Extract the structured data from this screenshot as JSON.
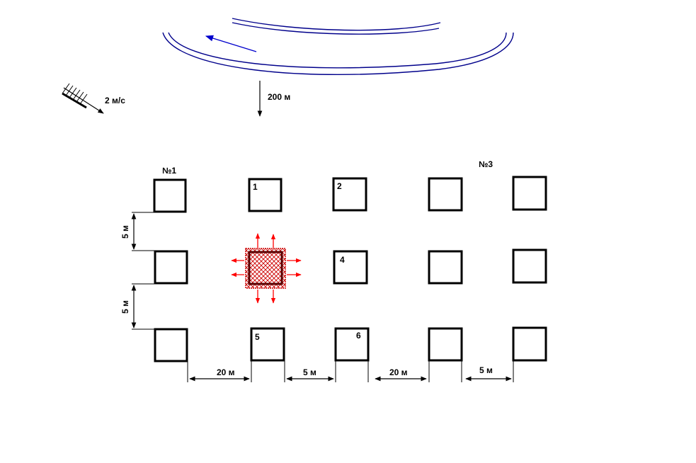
{
  "wind": {
    "speed_label": "2 м/с",
    "icon": "wind-arrow-icon"
  },
  "river": {
    "distance_label": "200 м",
    "flow_color": "#0000cc",
    "bank_color": "#00008b"
  },
  "groups": {
    "first_label": "№1",
    "third_label": "№3"
  },
  "buildings": {
    "numbers": {
      "b1": "1",
      "b2": "2",
      "b4": "4",
      "b5": "5",
      "b6": "6"
    },
    "fire_building_color": "#cc0000"
  },
  "dimensions": {
    "vertical_gap_top": "5 м",
    "vertical_gap_bottom": "5 м",
    "horizontal_1": "20 м",
    "horizontal_2": "5 м",
    "horizontal_3": "20 м",
    "horizontal_4": "5 м"
  }
}
